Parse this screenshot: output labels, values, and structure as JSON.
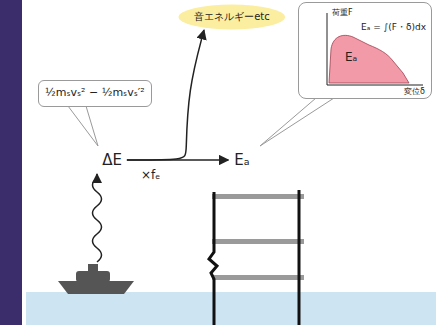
{
  "diagram": {
    "nodes": [
      {
        "text": [
          "½mₛvₛ² − ½mₛvₛ′²"
        ]
      },
      {
        "text": [
          "音エネルギーetc"
        ]
      },
      {
        "text": [
          "荷重F",
          "Eₐ = ∫(F・δ)dx",
          "Eₐ",
          "変位δ"
        ]
      },
      {
        "text": [
          "ΔE"
        ]
      },
      {
        "text": [
          "Eₐ"
        ]
      }
    ],
    "edges": [
      {
        "from": 3,
        "to": 4,
        "arrow": "to",
        "label": "×fₑ"
      },
      {
        "from": 3,
        "to": 1,
        "arrow": "to"
      }
    ]
  }
}
